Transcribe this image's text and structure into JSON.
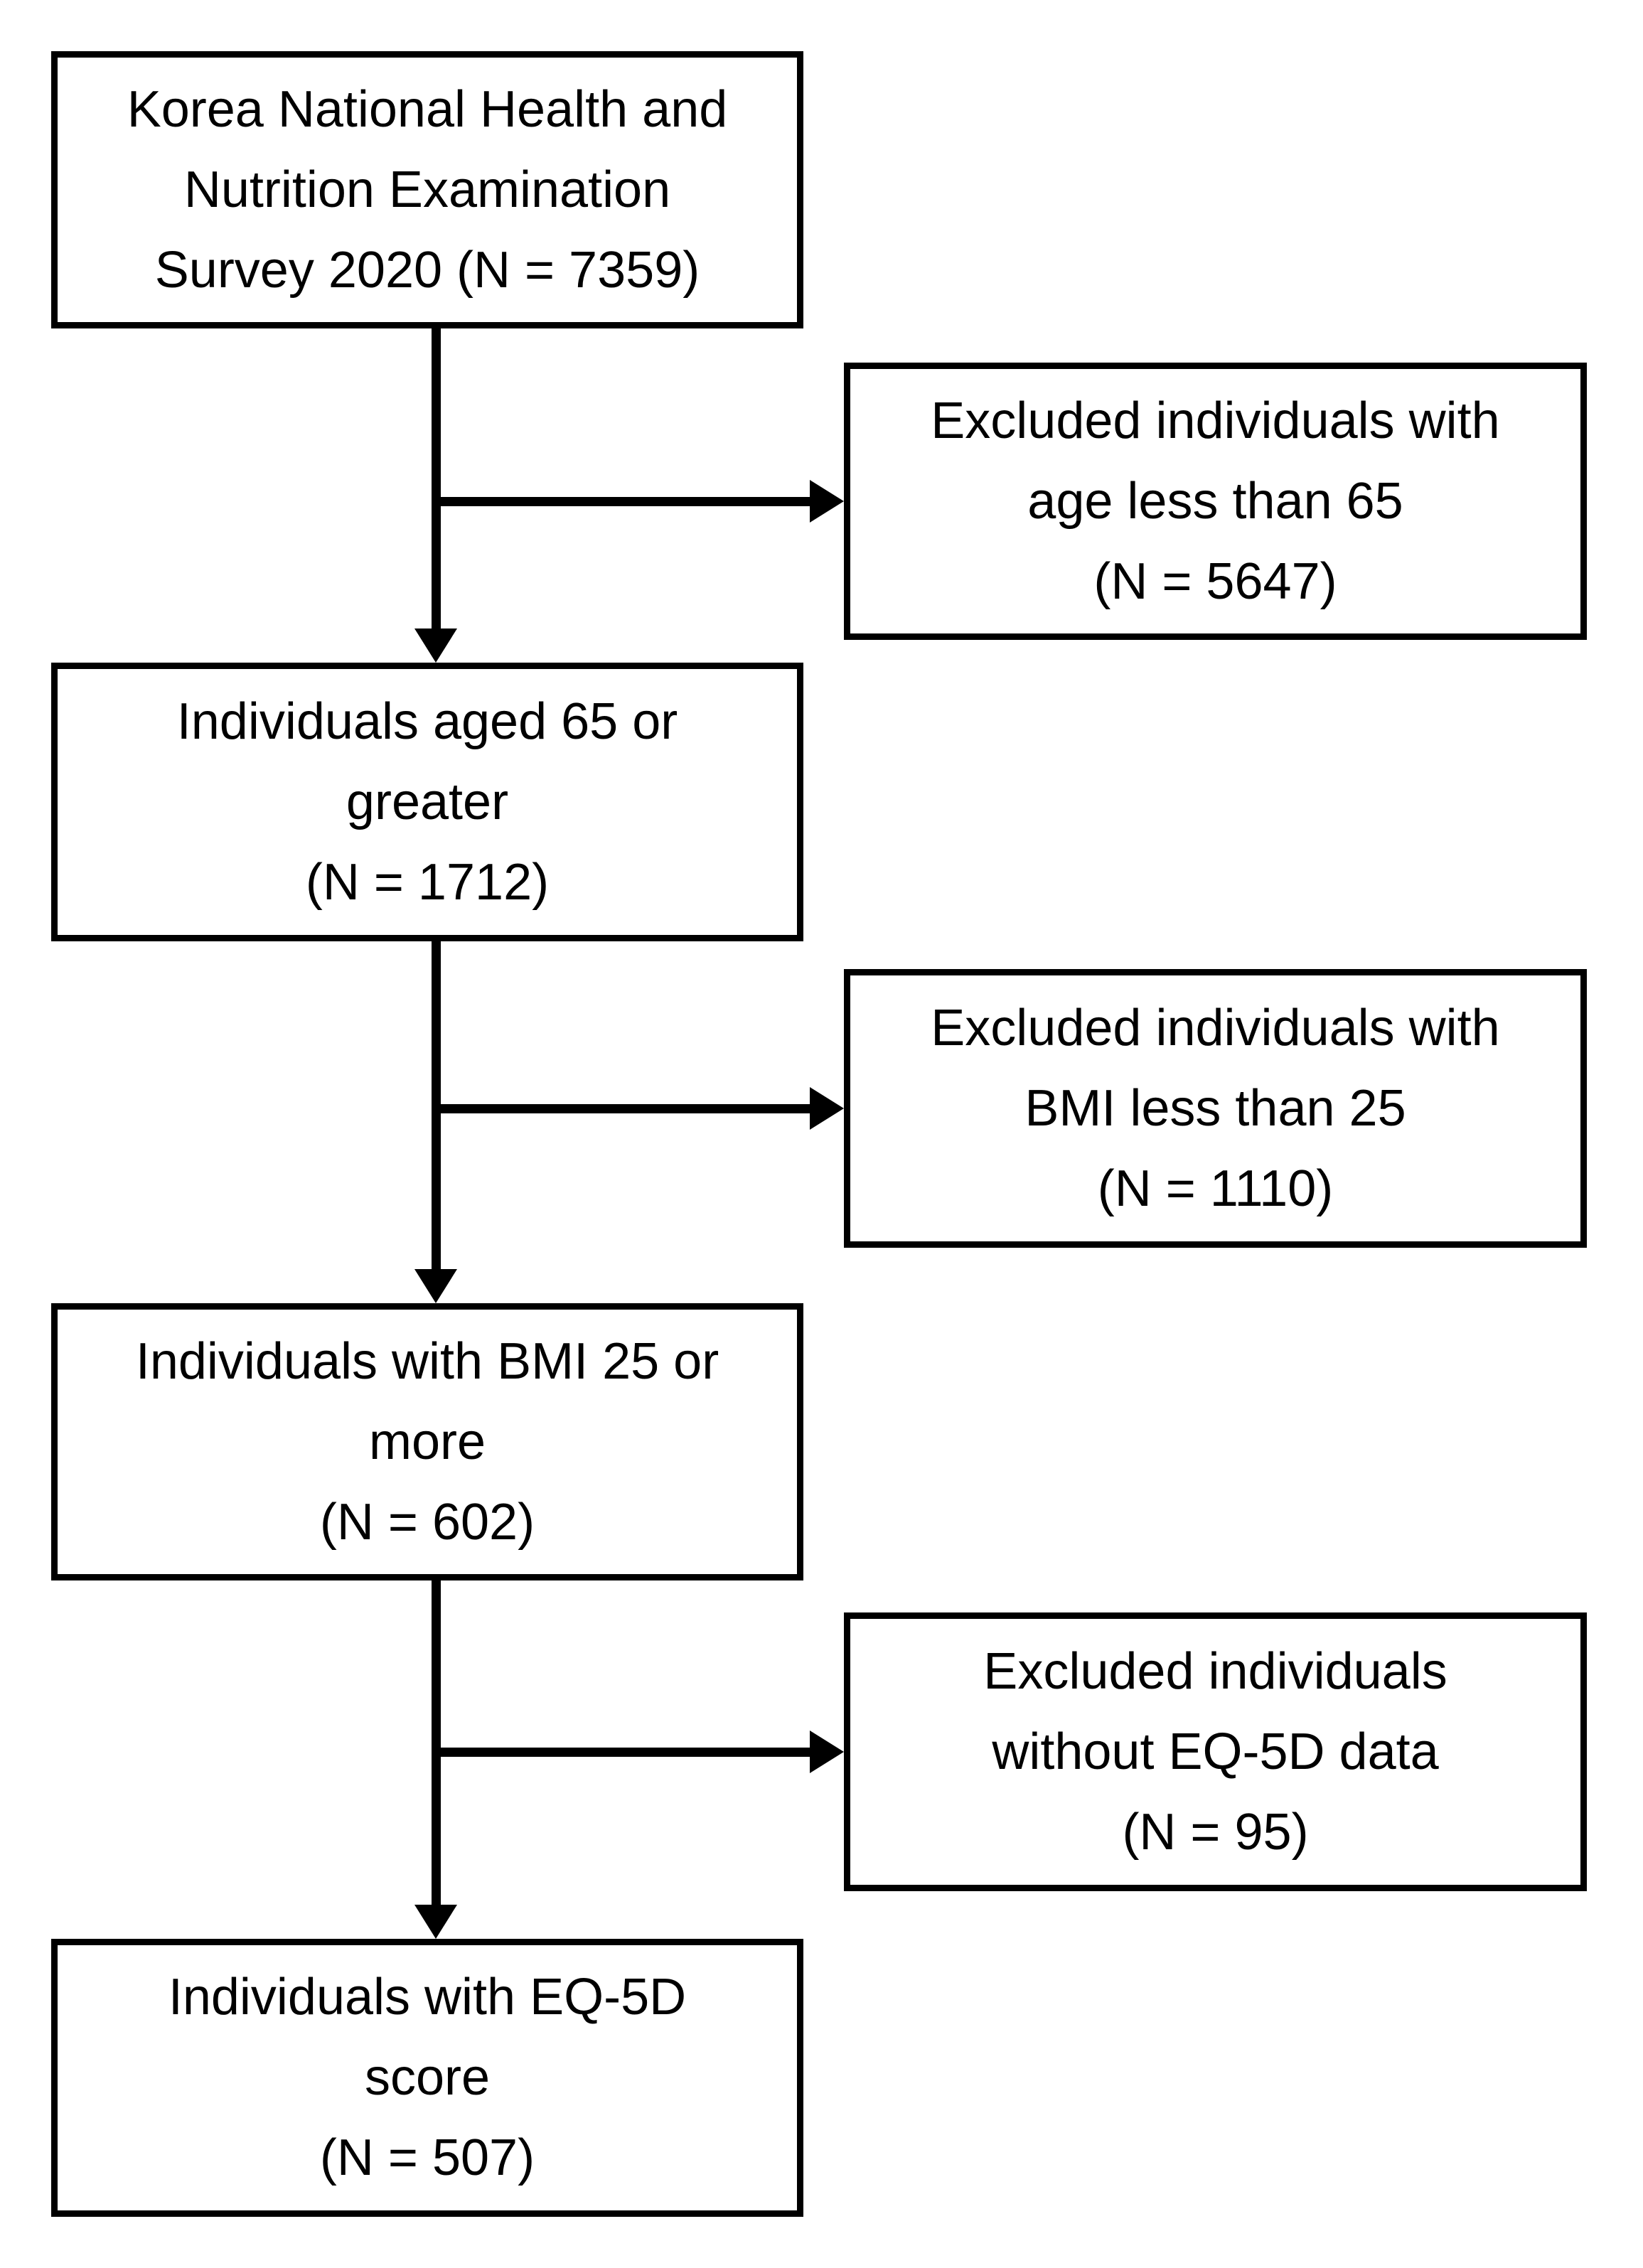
{
  "diagram": {
    "type": "flowchart",
    "subject": "participant-selection-flow",
    "colors": {
      "background": "#ffffff",
      "box_border": "#000000",
      "arrow": "#000000",
      "text": "#000000"
    },
    "main_boxes": [
      {
        "id": "survey-population",
        "text": "Korea National Health and\nNutrition Examination\nSurvey 2020 (N = 7359)",
        "n": 7359
      },
      {
        "id": "aged-65-or-greater",
        "text": "Individuals aged 65 or\ngreater\n(N = 1712)",
        "n": 1712
      },
      {
        "id": "bmi-25-or-more",
        "text": "Individuals with BMI 25 or\nmore\n(N = 602)",
        "n": 602
      },
      {
        "id": "eq5d-score",
        "text": "Individuals with EQ-5D\nscore\n(N = 507)",
        "n": 507
      }
    ],
    "excluded_boxes": [
      {
        "id": "excluded-age",
        "text": "Excluded individuals with\nage less than 65\n(N = 5647)",
        "n": 5647
      },
      {
        "id": "excluded-bmi",
        "text": "Excluded individuals with\nBMI less than 25\n(N = 1110)",
        "n": 1110
      },
      {
        "id": "excluded-eq5d",
        "text": "Excluded individuals\nwithout EQ-5D data\n(N = 95)",
        "n": 95
      }
    ]
  }
}
